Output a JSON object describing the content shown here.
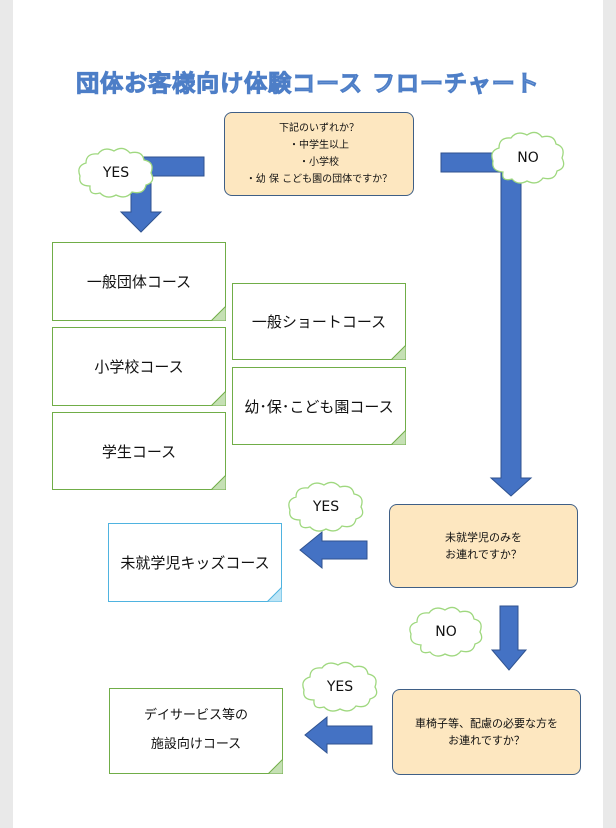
{
  "title": "団体お客様向け体験コース フローチャート",
  "colors": {
    "arrow": "#4472c4",
    "question_fill": "#fde7c0",
    "card_border_green": "#70ad47",
    "card_border_blue": "#4fb3e0",
    "cloud_border": "#9fd87f"
  },
  "questions": {
    "q1": {
      "lines": [
        "下記のいずれか？",
        "・中学生以上",
        "・小学校",
        "・幼 保 こども園の団体ですか？"
      ]
    },
    "q2": {
      "lines": [
        "未就学児のみを",
        "お連れですか？"
      ]
    },
    "q3": {
      "lines": [
        "車椅子等、配慮の必要な方を",
        "お連れですか？"
      ]
    }
  },
  "answers": {
    "yes": "YES",
    "no": "NO"
  },
  "courses": {
    "general_group": "一般団体コース",
    "general_short": "一般ショートコース",
    "elementary": "小学校コース",
    "preschool": "幼･保･こども園コース",
    "student": "学生コース",
    "kids": "未就学児キッズコース",
    "facility_line1": "デイサービス等の",
    "facility_line2": "施設向けコース"
  }
}
